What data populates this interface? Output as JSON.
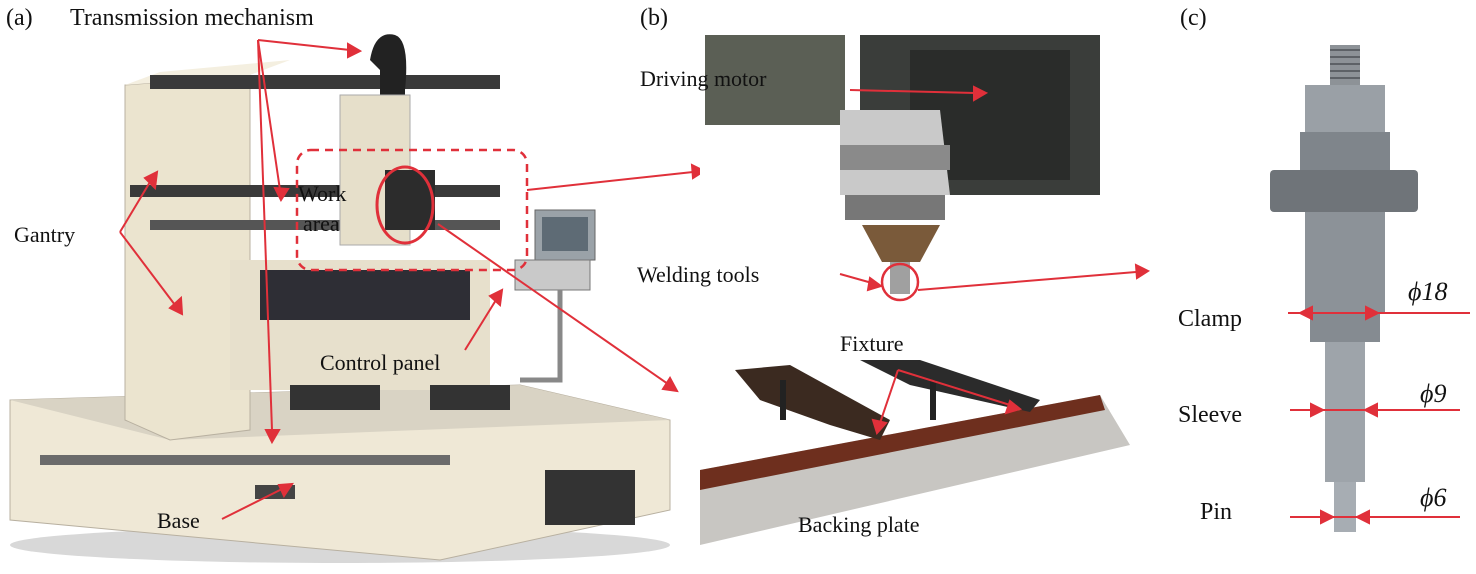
{
  "panels": {
    "a": {
      "letter": "(a)",
      "labels": {
        "transmission": "Transmission mechanism",
        "work": "Work",
        "area": "area",
        "gantry": "Gantry",
        "control_panel": "Control panel",
        "base": "Base"
      }
    },
    "b": {
      "letter": "(b)",
      "labels": {
        "driving_motor": "Driving motor",
        "welding_tools": "Welding tools",
        "fixture": "Fixture",
        "backing_plate": "Backing plate"
      }
    },
    "c": {
      "letter": "(c)",
      "labels": {
        "clamp": "Clamp",
        "sleeve": "Sleeve",
        "pin": "Pin",
        "d18": "ϕ18",
        "d9": "ϕ9",
        "d6": "ϕ6"
      }
    }
  },
  "colors": {
    "annotation": "#e0303a",
    "machine_body": "#e9e1cc",
    "machine_dark": "#2a2a2a",
    "steel": "#9aa0a6"
  }
}
